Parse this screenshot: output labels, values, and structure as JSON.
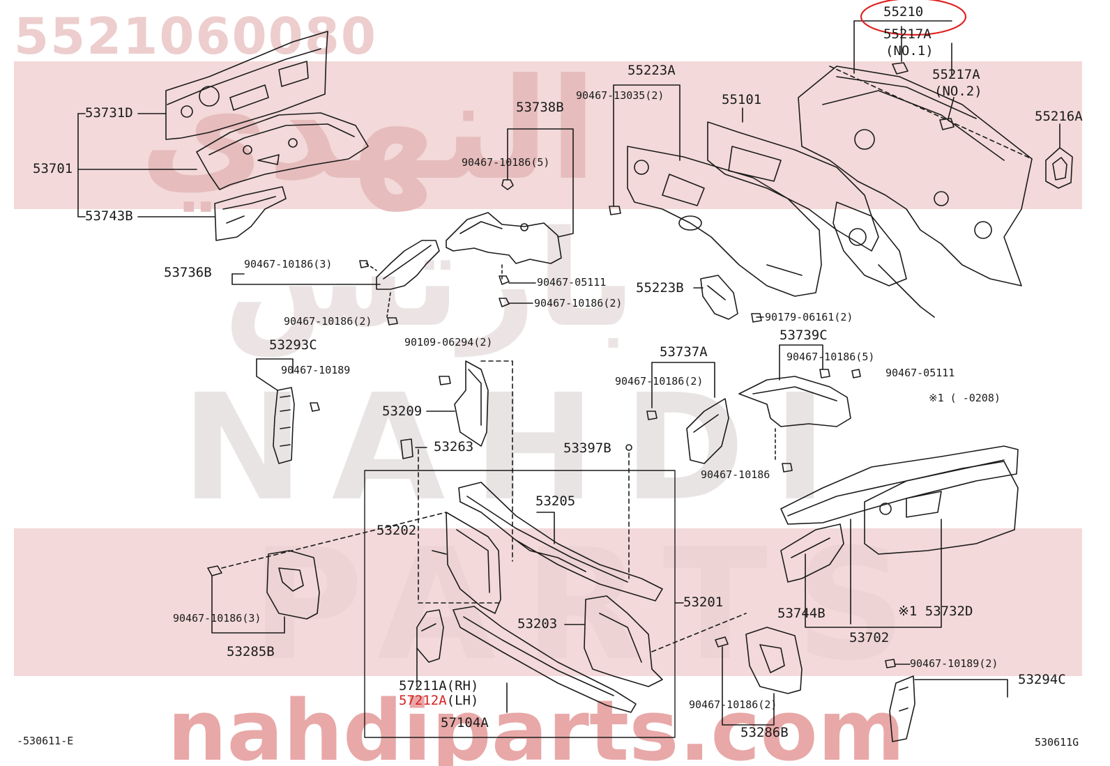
{
  "watermark": {
    "part_number": "5521060080",
    "arabic_top": "النهدي",
    "arabic_mid": "بارتس",
    "brand": "NAHDI",
    "parts": "PARTS",
    "url": "nahdiparts.com"
  },
  "colors": {
    "band": "#f3d9d9",
    "highlight_circle": "#e02020",
    "line": "#1a1a1a"
  },
  "callouts": {
    "c53731D": "53731D",
    "c53701": "53701",
    "c53743B": "53743B",
    "c53738B": "53738B",
    "c90467_10186_5a": "90467-10186(5)",
    "c53736B": "53736B",
    "c90467_10186_3a": "90467-10186(3)",
    "c90467_05111a": "90467-05111",
    "c90467_10186_2a": "90467-10186(2)",
    "c90467_10186_2b": "90467-10186(2)",
    "c55223A": "55223A",
    "c90467_13035_2": "90467-13035(2)",
    "c55101": "55101",
    "c55210": "55210",
    "c55217A_1": "55217A",
    "c55217A_1b": "(NO.1)",
    "c55217A_2": "55217A",
    "c55217A_2b": "(NO.2)",
    "c55216A": "55216A",
    "c55223B": "55223B",
    "c90179_06161_2": "90179-06161(2)",
    "c53293C": "53293C",
    "c90467_10189a": "90467-10189",
    "c90109_06294_2": "90109-06294(2)",
    "c53209": "53209",
    "c53263": "53263",
    "c53737A": "53737A",
    "c90467_10186_2c": "90467-10186(2)",
    "c53739C": "53739C",
    "c90467_10186_5b": "90467-10186(5)",
    "c90467_05111b": "90467-05111",
    "c_note_0208": "※1 (    -0208)",
    "c53397B": "53397B",
    "c90467_10186b": "90467-10186",
    "c53205": "53205",
    "c53202": "53202",
    "c53201": "53201",
    "c90467_10186_3b": "90467-10186(3)",
    "c53285B": "53285B",
    "c53203": "53203",
    "c57211A": "57211A(RH)",
    "c57212A": "57212A",
    "c57212A_lh": "(LH)",
    "c57104A": "57104A",
    "c90467_10186_2d": "90467-10186(2)",
    "c53286B": "53286B",
    "c53744B": "53744B",
    "c53732D": "※1 53732D",
    "c53702": "53702",
    "c90467_10189_2": "90467-10189(2)",
    "c53294C": "53294C",
    "c_ref_left": "-530611-E",
    "c_ref_right": "530611G"
  }
}
